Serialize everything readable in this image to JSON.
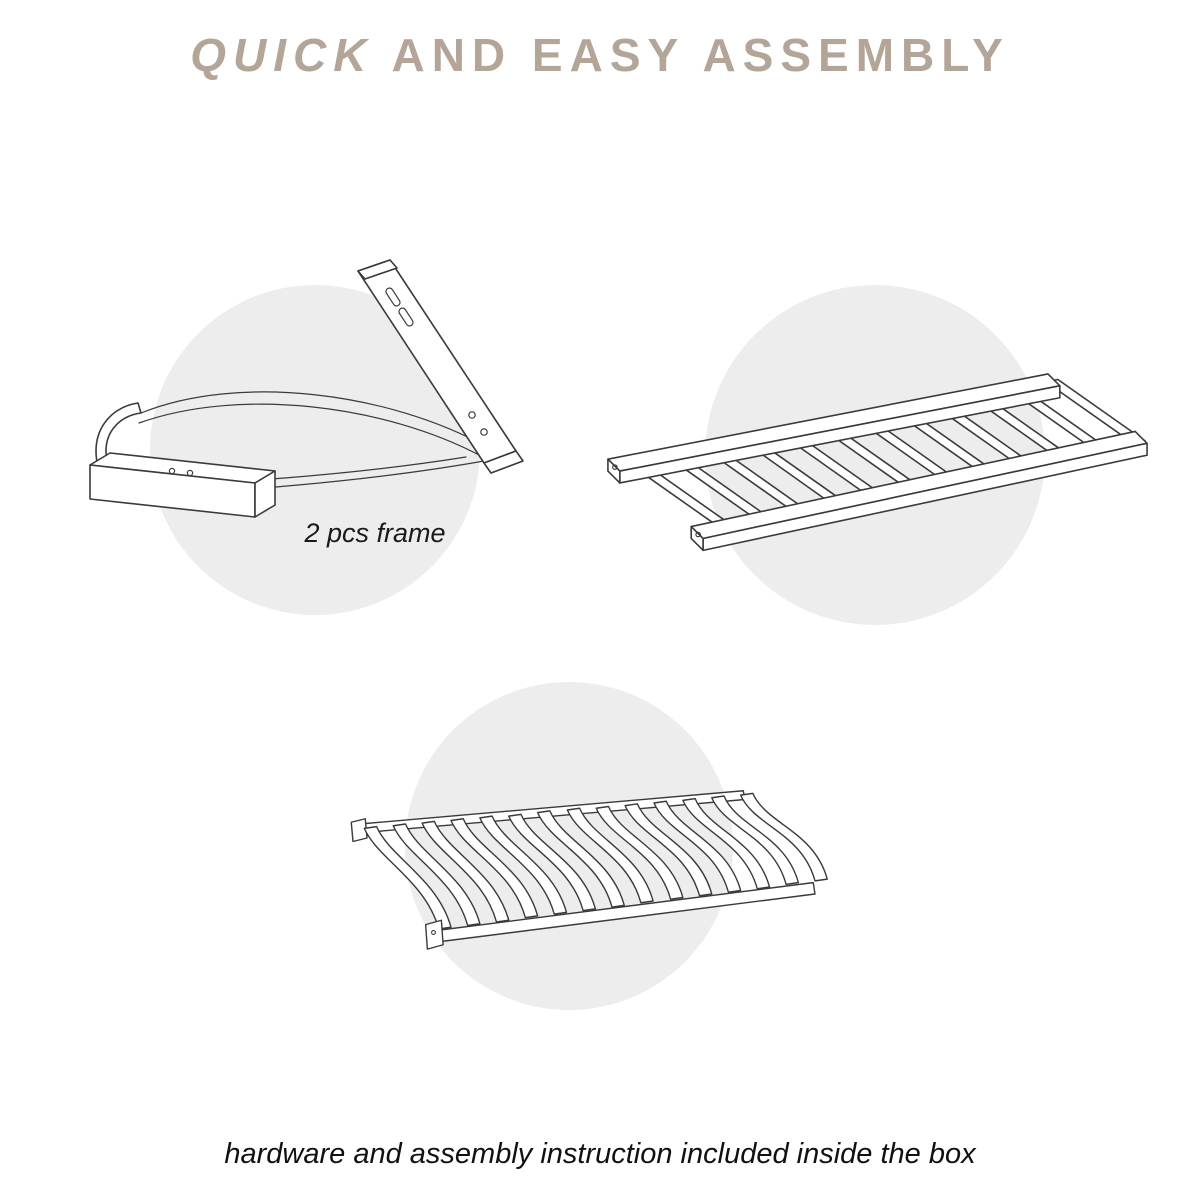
{
  "title": {
    "quick": "QUICK",
    "rest": " AND EASY ASSEMBLY"
  },
  "labels": {
    "frame": "2 pcs frame"
  },
  "footer": {
    "caption": "hardware and assembly instruction included inside the box"
  },
  "illustrations": [
    {
      "name": "frame-illustration",
      "description_icon": "frame-parts-icon"
    },
    {
      "name": "slat-panel-illustration",
      "description_icon": "slat-panel-icon"
    },
    {
      "name": "curved-slat-panel-illustration",
      "description_icon": "curved-slat-panel-icon"
    }
  ],
  "colors": {
    "title_color": "#b3a698",
    "circle_color": "#ededed",
    "line_color": "#3a3a3a",
    "background": "#ffffff"
  }
}
